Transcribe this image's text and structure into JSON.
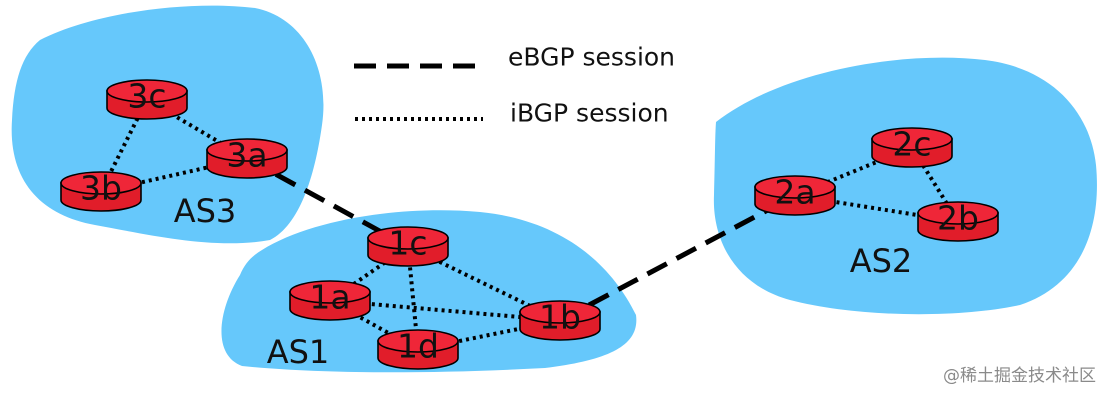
{
  "legend": {
    "ebgp_label": "eBGP session",
    "ibgp_label": "iBGP session"
  },
  "autonomous_systems": [
    {
      "id": "as1",
      "label": "AS1"
    },
    {
      "id": "as2",
      "label": "AS2"
    },
    {
      "id": "as3",
      "label": "AS3"
    }
  ],
  "routers": [
    {
      "id": "1a",
      "label": "1a"
    },
    {
      "id": "1b",
      "label": "1b"
    },
    {
      "id": "1c",
      "label": "1c"
    },
    {
      "id": "1d",
      "label": "1d"
    },
    {
      "id": "2a",
      "label": "2a"
    },
    {
      "id": "2b",
      "label": "2b"
    },
    {
      "id": "2c",
      "label": "2c"
    },
    {
      "id": "3a",
      "label": "3a"
    },
    {
      "id": "3b",
      "label": "3b"
    },
    {
      "id": "3c",
      "label": "3c"
    }
  ],
  "sessions": [
    {
      "type": "ebgp",
      "from": "3a",
      "to": "1c"
    },
    {
      "type": "ebgp",
      "from": "1b",
      "to": "2a"
    },
    {
      "type": "ibgp",
      "from": "3c",
      "to": "3a"
    },
    {
      "type": "ibgp",
      "from": "3c",
      "to": "3b"
    },
    {
      "type": "ibgp",
      "from": "3b",
      "to": "3a"
    },
    {
      "type": "ibgp",
      "from": "1c",
      "to": "1a"
    },
    {
      "type": "ibgp",
      "from": "1c",
      "to": "1d"
    },
    {
      "type": "ibgp",
      "from": "1c",
      "to": "1b"
    },
    {
      "type": "ibgp",
      "from": "1a",
      "to": "1b"
    },
    {
      "type": "ibgp",
      "from": "1a",
      "to": "1d"
    },
    {
      "type": "ibgp",
      "from": "1d",
      "to": "1b"
    },
    {
      "type": "ibgp",
      "from": "2a",
      "to": "2c"
    },
    {
      "type": "ibgp",
      "from": "2a",
      "to": "2b"
    },
    {
      "type": "ibgp",
      "from": "2c",
      "to": "2b"
    }
  ],
  "colors": {
    "as_region": "#66c8fb",
    "router": "#e11d2a"
  },
  "watermark": "@稀土掘金技术社区"
}
